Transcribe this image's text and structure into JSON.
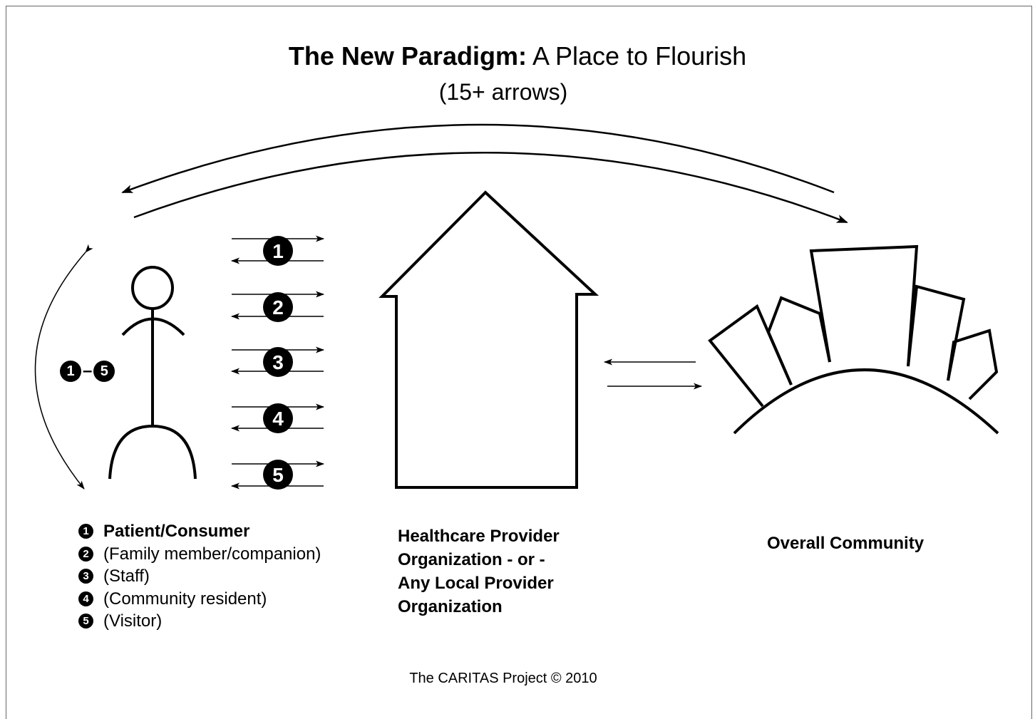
{
  "title": {
    "bold": "The New Paradigm:",
    "rest": " A Place to Flourish"
  },
  "subtitle": "(15+ arrows)",
  "range": {
    "from": "1",
    "dash": "–",
    "to": "5"
  },
  "arrow_numbers": [
    "1",
    "2",
    "3",
    "4",
    "5"
  ],
  "legend": [
    {
      "num": "1",
      "label": "Patient/Consumer"
    },
    {
      "num": "2",
      "label": "(Family member/companion)"
    },
    {
      "num": "3",
      "label": "(Staff)"
    },
    {
      "num": "4",
      "label": "(Community resident)"
    },
    {
      "num": "5",
      "label": "(Visitor)"
    }
  ],
  "organization": {
    "line1": "Healthcare Provider",
    "line2": "Organization - or -",
    "line3": "Any Local Provider",
    "line4": "Organization"
  },
  "community_label": "Overall Community",
  "footer": "The CARITAS Project © 2010"
}
